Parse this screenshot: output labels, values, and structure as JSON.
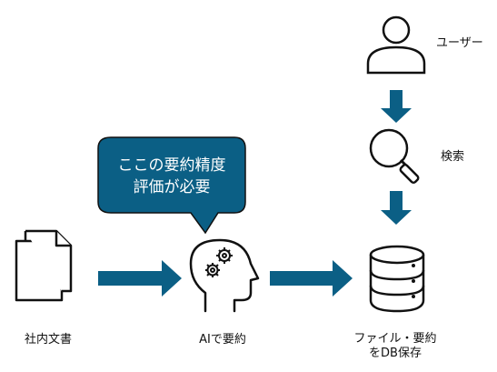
{
  "bubble": {
    "line1": "ここの要約精度",
    "line2": "評価が必要"
  },
  "nodes": {
    "docs": {
      "label": "社内文書",
      "icon": "documents-icon"
    },
    "ai": {
      "label": "AIで要約",
      "icon": "ai-head-gears-icon"
    },
    "db": {
      "label_line1": "ファイル・要約",
      "label_line2": "をDB保存",
      "icon": "database-icon"
    },
    "user": {
      "label": "ユーザー",
      "icon": "user-icon"
    },
    "search": {
      "label": "検索",
      "icon": "magnifier-icon"
    }
  },
  "colors": {
    "accent": "#0b5f85",
    "stroke": "#111111"
  }
}
